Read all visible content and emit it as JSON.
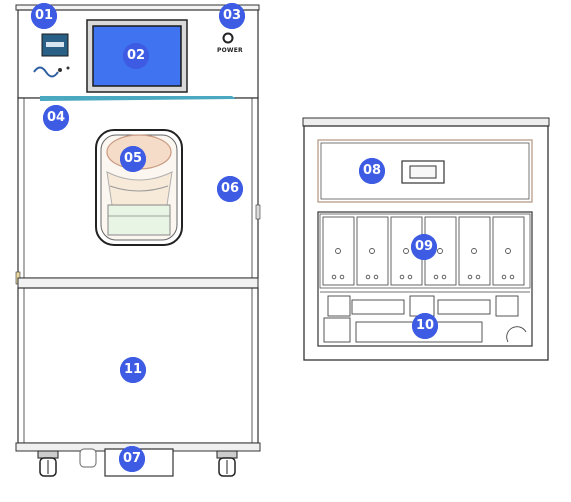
{
  "callouts": {
    "c01": "01",
    "c02": "02",
    "c03": "03",
    "c04": "04",
    "c05": "05",
    "c06": "06",
    "c07": "07",
    "c08": "08",
    "c09": "09",
    "c10": "10",
    "c11": "11"
  },
  "panel": {
    "power_label": "POWER"
  },
  "colors": {
    "callout": "#3d5be3",
    "screen": "#3f73f0",
    "accent_strip": "#4aa8c0",
    "window_tint": "#f5dcc8",
    "inner_panel": "#b89b88",
    "outline": "#333333"
  }
}
